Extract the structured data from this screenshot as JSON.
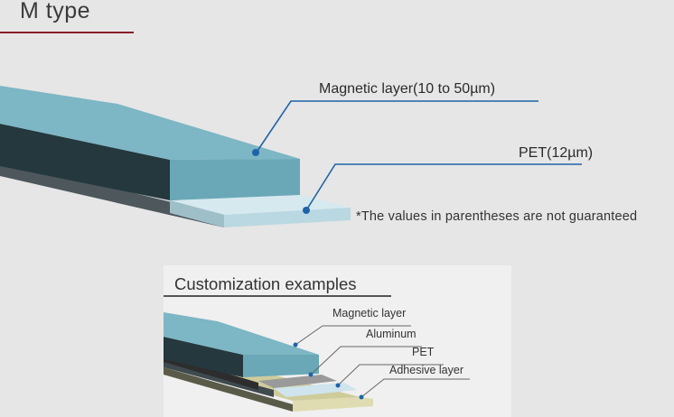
{
  "header": {
    "title": "M type"
  },
  "main_diagram": {
    "labels": {
      "magnetic_layer": "Magnetic layer(10 to 50µm)",
      "pet": "PET(12µm)"
    },
    "note": "*The values in parentheses are not guaranteed"
  },
  "inset": {
    "title": "Customization examples",
    "labels": {
      "magnetic_layer": "Magnetic layer",
      "aluminum": "Aluminum",
      "pet": "PET",
      "adhesive_layer": "Adhesive layer"
    }
  },
  "colors": {
    "magnetic_top": "#7fb8c6",
    "magnetic_front": "#6aa9b8",
    "magnetic_side": "#24383d",
    "pet": "#bcdbe6",
    "base": "#505b60",
    "aluminum": "#9a9a9a",
    "adhesive": "#dedcb0",
    "leader": "#1e63a8",
    "title_rule": "#8b1d2c"
  }
}
